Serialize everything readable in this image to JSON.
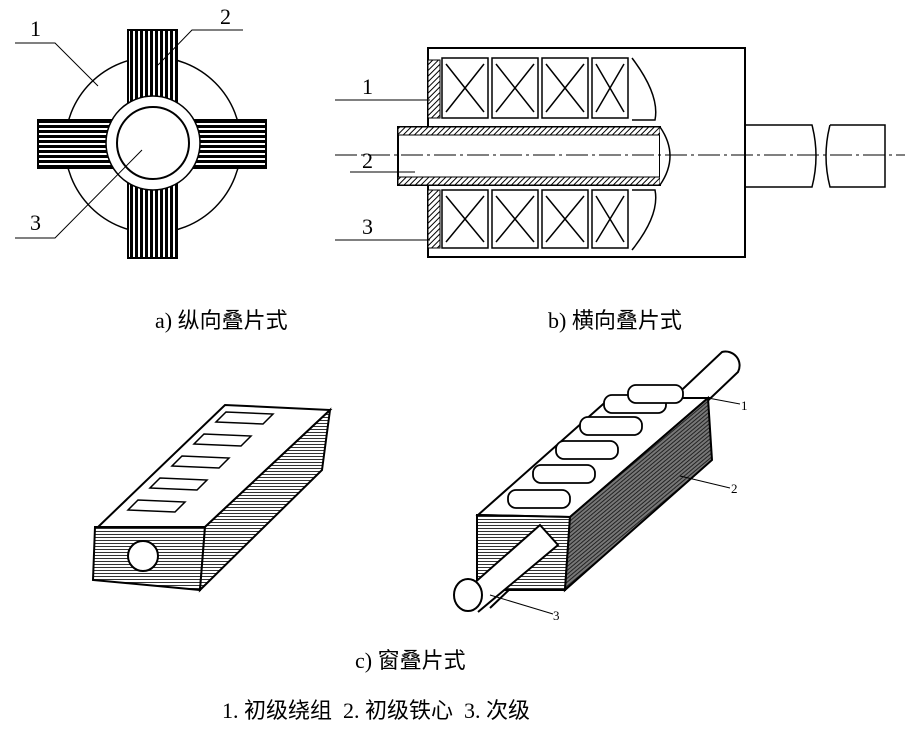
{
  "figure_a": {
    "caption": "a)  纵向叠片式",
    "callouts": [
      "1",
      "2",
      "3"
    ]
  },
  "figure_b": {
    "caption": "b)  横向叠片式",
    "callouts": [
      "1",
      "2",
      "3"
    ]
  },
  "figure_c": {
    "caption": "c)  窗叠片式",
    "callouts": [
      "1",
      "2",
      "3"
    ]
  },
  "legend": "1. 初级绕组  2. 初级铁心  3. 次级"
}
